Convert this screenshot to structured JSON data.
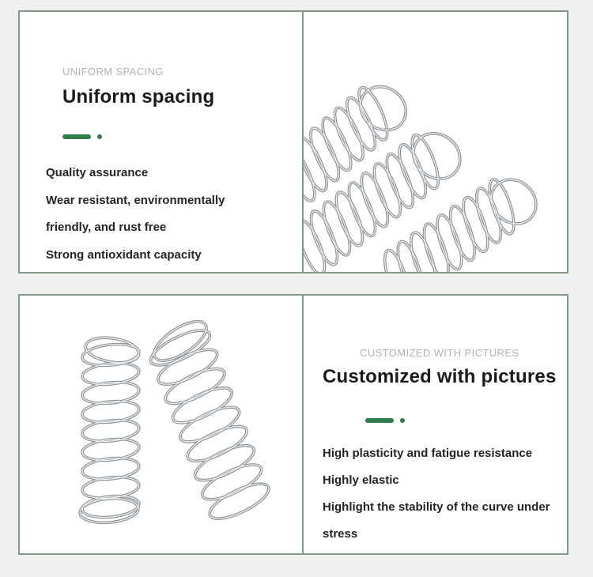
{
  "page": {
    "background_color": "#f0f0f0",
    "panel_border_color": "#829b88",
    "accent_green": "#2e7d4a",
    "eyebrow_color": "#b2b2b2"
  },
  "sections": [
    {
      "label": "UNIFORM SPACING",
      "title": "Uniform spacing",
      "features": [
        "Quality assurance",
        "Wear resistant, environmentally friendly, and rust free",
        "Strong antioxidant capacity"
      ],
      "image": "three-diagonal-compression-springs-photo"
    },
    {
      "label": "CUSTOMIZED WITH PICTURES",
      "title": "Customized with pictures",
      "features": [
        "High plasticity and fatigue resistance",
        "Highly elastic",
        "Highlight the stability of the curve under stress"
      ],
      "image": "two-upright-compression-springs-photo"
    }
  ]
}
